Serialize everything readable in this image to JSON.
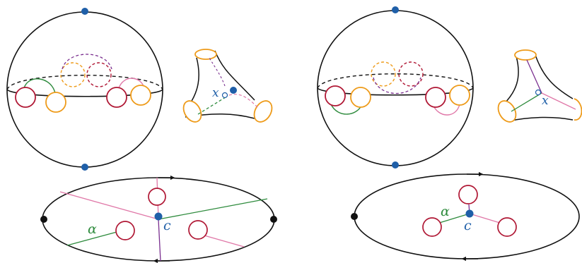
{
  "labels": {
    "alpha": "α",
    "c": "c",
    "x": "x"
  },
  "colors": {
    "outline": "#111111",
    "orange": "#ee9b1a",
    "crimson": "#b01835",
    "pink": "#e078a8",
    "green": "#2e8b3d",
    "purple": "#7a2f8f",
    "blue": "#1f5fa8",
    "black_point": "#111111"
  },
  "icons": {
    "arrow_head": "triangle-arrowhead",
    "basepoint": "filled-dot"
  }
}
